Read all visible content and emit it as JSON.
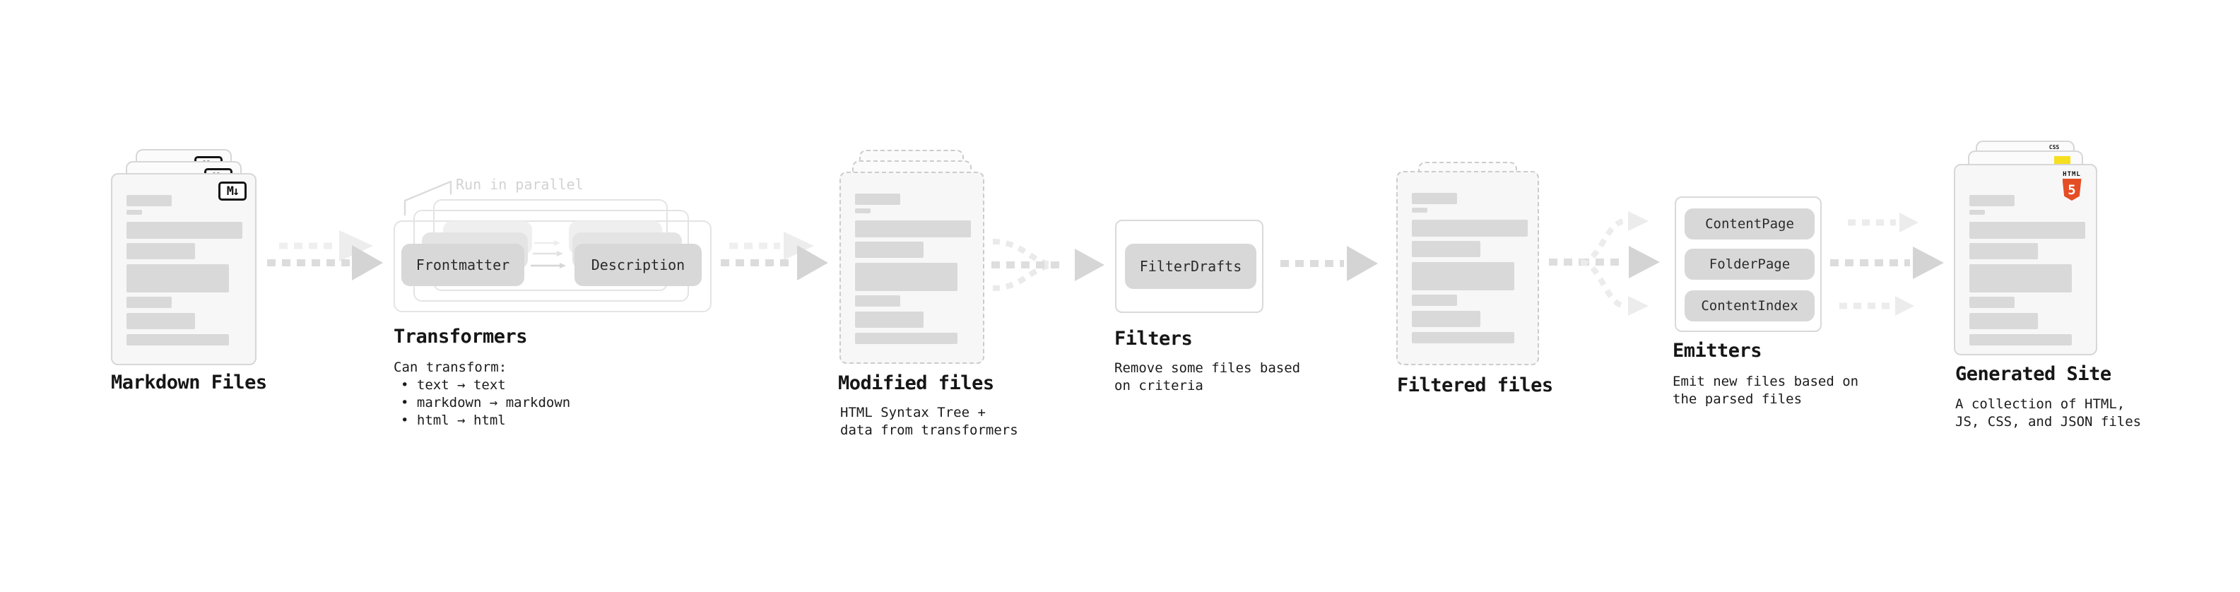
{
  "stages": {
    "markdown": {
      "title": "Markdown Files"
    },
    "transformers": {
      "title": "Transformers",
      "parallel_label": "Run in parallel",
      "pill_frontmatter": "Frontmatter",
      "pill_description": "Description",
      "body_heading": "Can transform:",
      "bullets": [
        "• text → text",
        "• markdown → markdown",
        "• html → html"
      ]
    },
    "modified": {
      "title": "Modified files",
      "subtitle_line1": "HTML Syntax Tree +",
      "subtitle_line2": "data from transformers"
    },
    "filters": {
      "title": "Filters",
      "pill": "FilterDrafts",
      "subtitle_line1": "Remove some files based",
      "subtitle_line2": "on criteria"
    },
    "filtered": {
      "title": "Filtered files"
    },
    "emitters": {
      "title": "Emitters",
      "pills": [
        "ContentPage",
        "FolderPage",
        "ContentIndex"
      ],
      "subtitle_line1": "Emit new files based on",
      "subtitle_line2": "the parsed files"
    },
    "generated": {
      "title": "Generated Site",
      "subtitle_line1": "A collection of HTML,",
      "subtitle_line2": "JS, CSS, and JSON files"
    }
  },
  "icons": {
    "markdown_badge": "M↓",
    "html5_label": "HTML",
    "html5_number": "5",
    "css_label": "CSS"
  },
  "colors": {
    "html5_orange": "#e44d26",
    "js_yellow": "#f7df1e",
    "css_blue": "#2965f1",
    "pill_gray": "#d8d8d8",
    "card_border": "#d7d7d7",
    "arrow_gray": "#d4d4d4",
    "ghost_gray": "#ededed",
    "faint_label": "#d2d2d2"
  }
}
